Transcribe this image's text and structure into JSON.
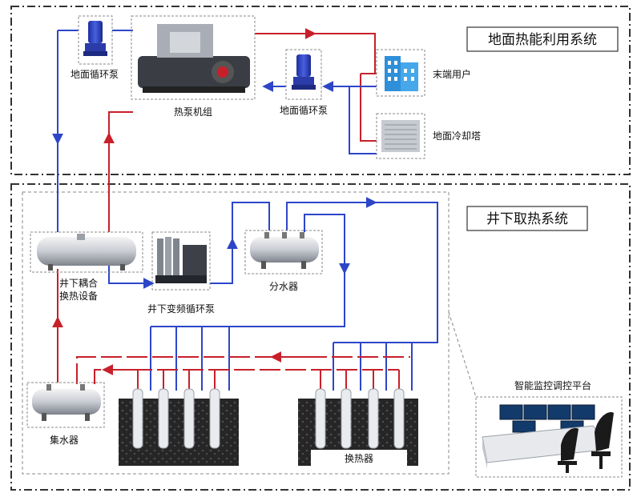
{
  "systems": {
    "surface_title": "地面热能利用系统",
    "underground_title": "井下取热系统"
  },
  "components": {
    "surface_pump_left": "地面循环泵",
    "heat_pump_unit": "热泵机组",
    "surface_pump_right": "地面循环泵",
    "end_user": "末端用户",
    "cooling_tower": "地面冷却塔",
    "coupling_exchanger_line1": "井下耦合",
    "coupling_exchanger_line2": "换热设备",
    "vf_pump": "井下变频循环泵",
    "water_distributor": "分水器",
    "water_collector": "集水器",
    "heat_exchanger": "换热器",
    "control_platform": "智能监控调控平台"
  },
  "colors": {
    "hot_pipe": "#c8202a",
    "cold_pipe": "#2d46c8",
    "border": "#333333",
    "dashed_box": "#777777",
    "rock": "#2a2a2a"
  }
}
